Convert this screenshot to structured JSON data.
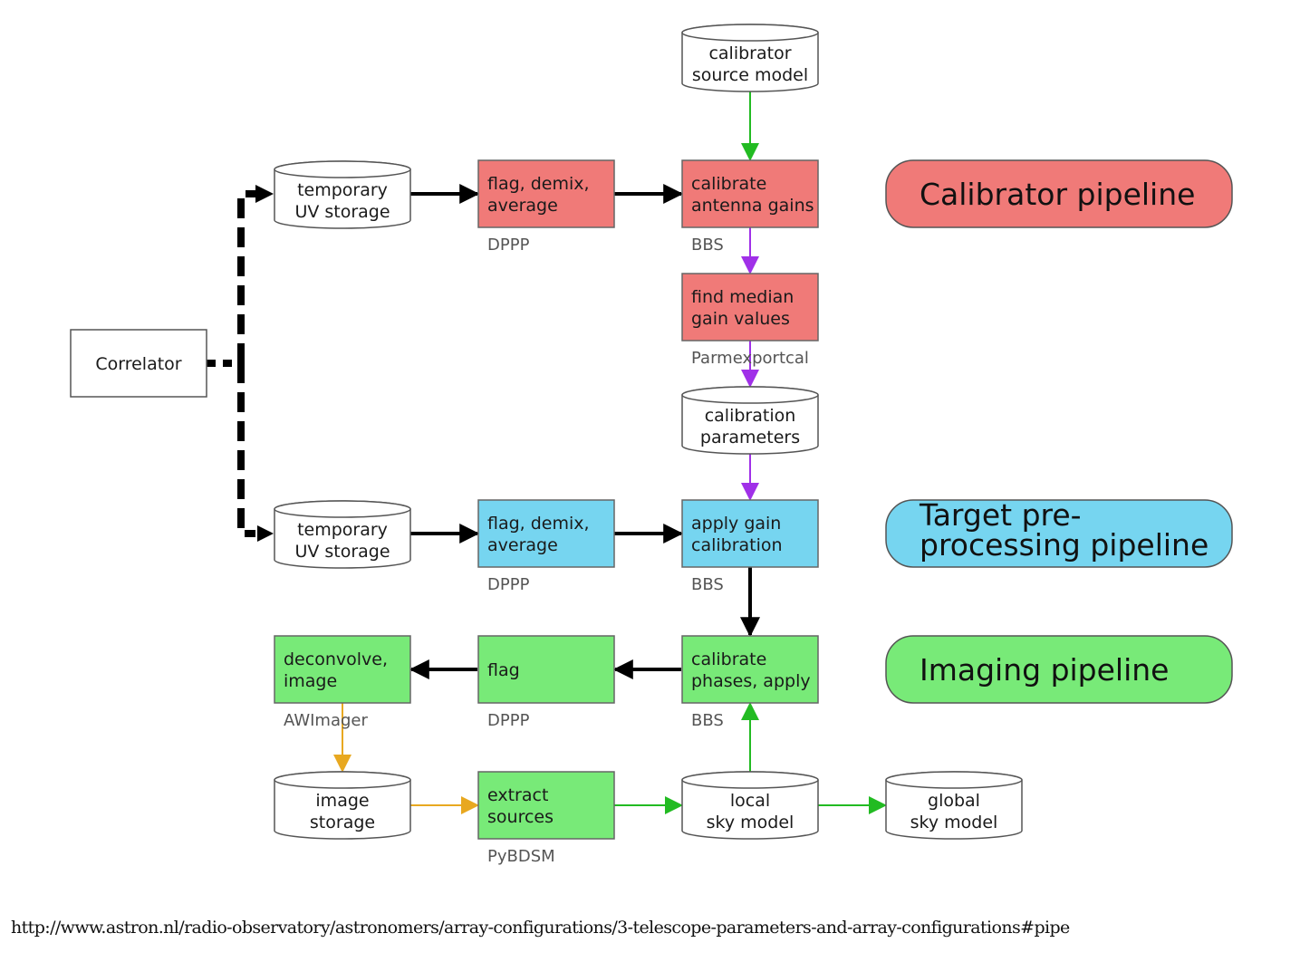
{
  "colors": {
    "calibrator": "#f07a78",
    "target": "#76d5f0",
    "imaging": "#78ea78",
    "arrow_black": "#000000",
    "arrow_green": "#22bb22",
    "arrow_purple": "#a030e8",
    "arrow_orange": "#e8a820",
    "store_fill": "#ffffff"
  },
  "nodes": {
    "correlator": {
      "lines": [
        "Correlator"
      ]
    },
    "temp_uv_1": {
      "lines": [
        "temporary",
        "UV storage"
      ]
    },
    "temp_uv_2": {
      "lines": [
        "temporary",
        "UV storage"
      ]
    },
    "cal_source_model": {
      "lines": [
        "calibrator",
        "source model"
      ]
    },
    "cal_flag": {
      "lines": [
        "flag, demix,",
        "average"
      ],
      "tool": "DPPP"
    },
    "cal_gains": {
      "lines": [
        "calibrate",
        "antenna gains"
      ],
      "tool": "BBS"
    },
    "median_gains": {
      "lines": [
        "find median",
        "gain values"
      ],
      "tool": "Parmexportcal"
    },
    "cal_params": {
      "lines": [
        "calibration",
        "parameters"
      ]
    },
    "tgt_flag": {
      "lines": [
        "flag, demix,",
        "average"
      ],
      "tool": "DPPP"
    },
    "apply_gain": {
      "lines": [
        "apply gain",
        "calibration"
      ],
      "tool": "BBS"
    },
    "cal_phases": {
      "lines": [
        "calibrate",
        "phases, apply"
      ],
      "tool": "BBS"
    },
    "img_flag": {
      "lines": [
        "flag"
      ],
      "tool": "DPPP"
    },
    "deconvolve": {
      "lines": [
        "deconvolve,",
        "image"
      ],
      "tool": "AWImager"
    },
    "image_storage": {
      "lines": [
        "image",
        "storage"
      ]
    },
    "extract_sources": {
      "lines": [
        "extract",
        "sources"
      ],
      "tool": "PyBDSM"
    },
    "local_sky": {
      "lines": [
        "local",
        "sky model"
      ]
    },
    "global_sky": {
      "lines": [
        "global",
        "sky model"
      ]
    }
  },
  "legend": {
    "calibrator": {
      "lines": [
        "Calibrator pipeline"
      ]
    },
    "target": {
      "lines": [
        "Target pre-",
        "processing pipeline"
      ]
    },
    "imaging": {
      "lines": [
        "Imaging pipeline"
      ]
    }
  },
  "source_url": "http://www.astron.nl/radio-observatory/astronomers/array-configurations/3-telescope-parameters-and-array-configurations#pipe"
}
